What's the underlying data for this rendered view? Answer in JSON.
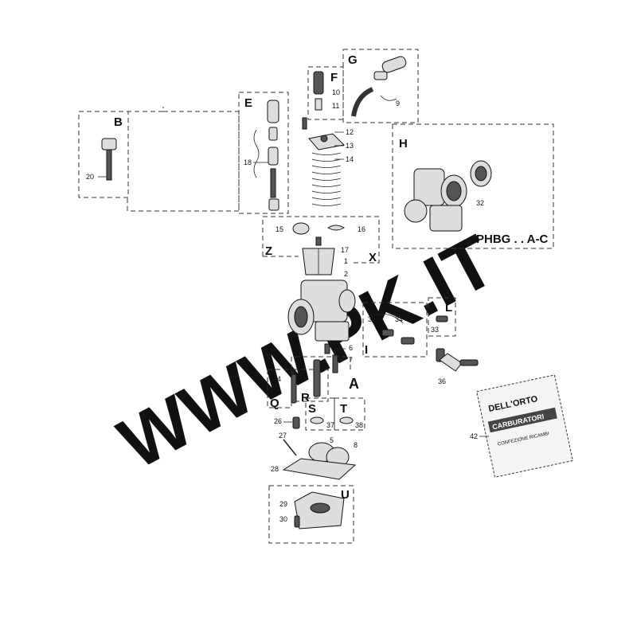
{
  "watermark": "WWW.PK.IT",
  "groups": {
    "A": "A",
    "B": "B",
    "E": "E",
    "F": "F",
    "G": "G",
    "H": "H",
    "I": "I",
    "L": "L",
    "Q": "Q",
    "R": "R",
    "S": "S",
    "T": "T",
    "U": "U",
    "X": "X",
    "Z": "Z"
  },
  "model_label": "PHBG . . A-C",
  "parts": {
    "p1": "1",
    "p2": "2",
    "p3": "3",
    "p4": "4",
    "p5": "5",
    "p6": "6",
    "p7": "7",
    "p8": "8",
    "p9": "9",
    "p10": "10",
    "p11": "11",
    "p12": "12",
    "p13": "13",
    "p14": "14",
    "p15": "15",
    "p16": "16",
    "p17": "17",
    "p18": "18",
    "p20": "20",
    "p26": "26",
    "p27": "27",
    "p28": "28",
    "p29": "29",
    "p30": "30",
    "p32": "32",
    "p33": "33",
    "p34": "34",
    "p35": "35",
    "p36": "36",
    "p37": "37",
    "p38": "38",
    "p42": "42"
  },
  "kit_bag": {
    "brand": "DELL'ORTO",
    "title": "CARBURATORI",
    "line1": "CONFEZIONE  RICAMBI"
  }
}
